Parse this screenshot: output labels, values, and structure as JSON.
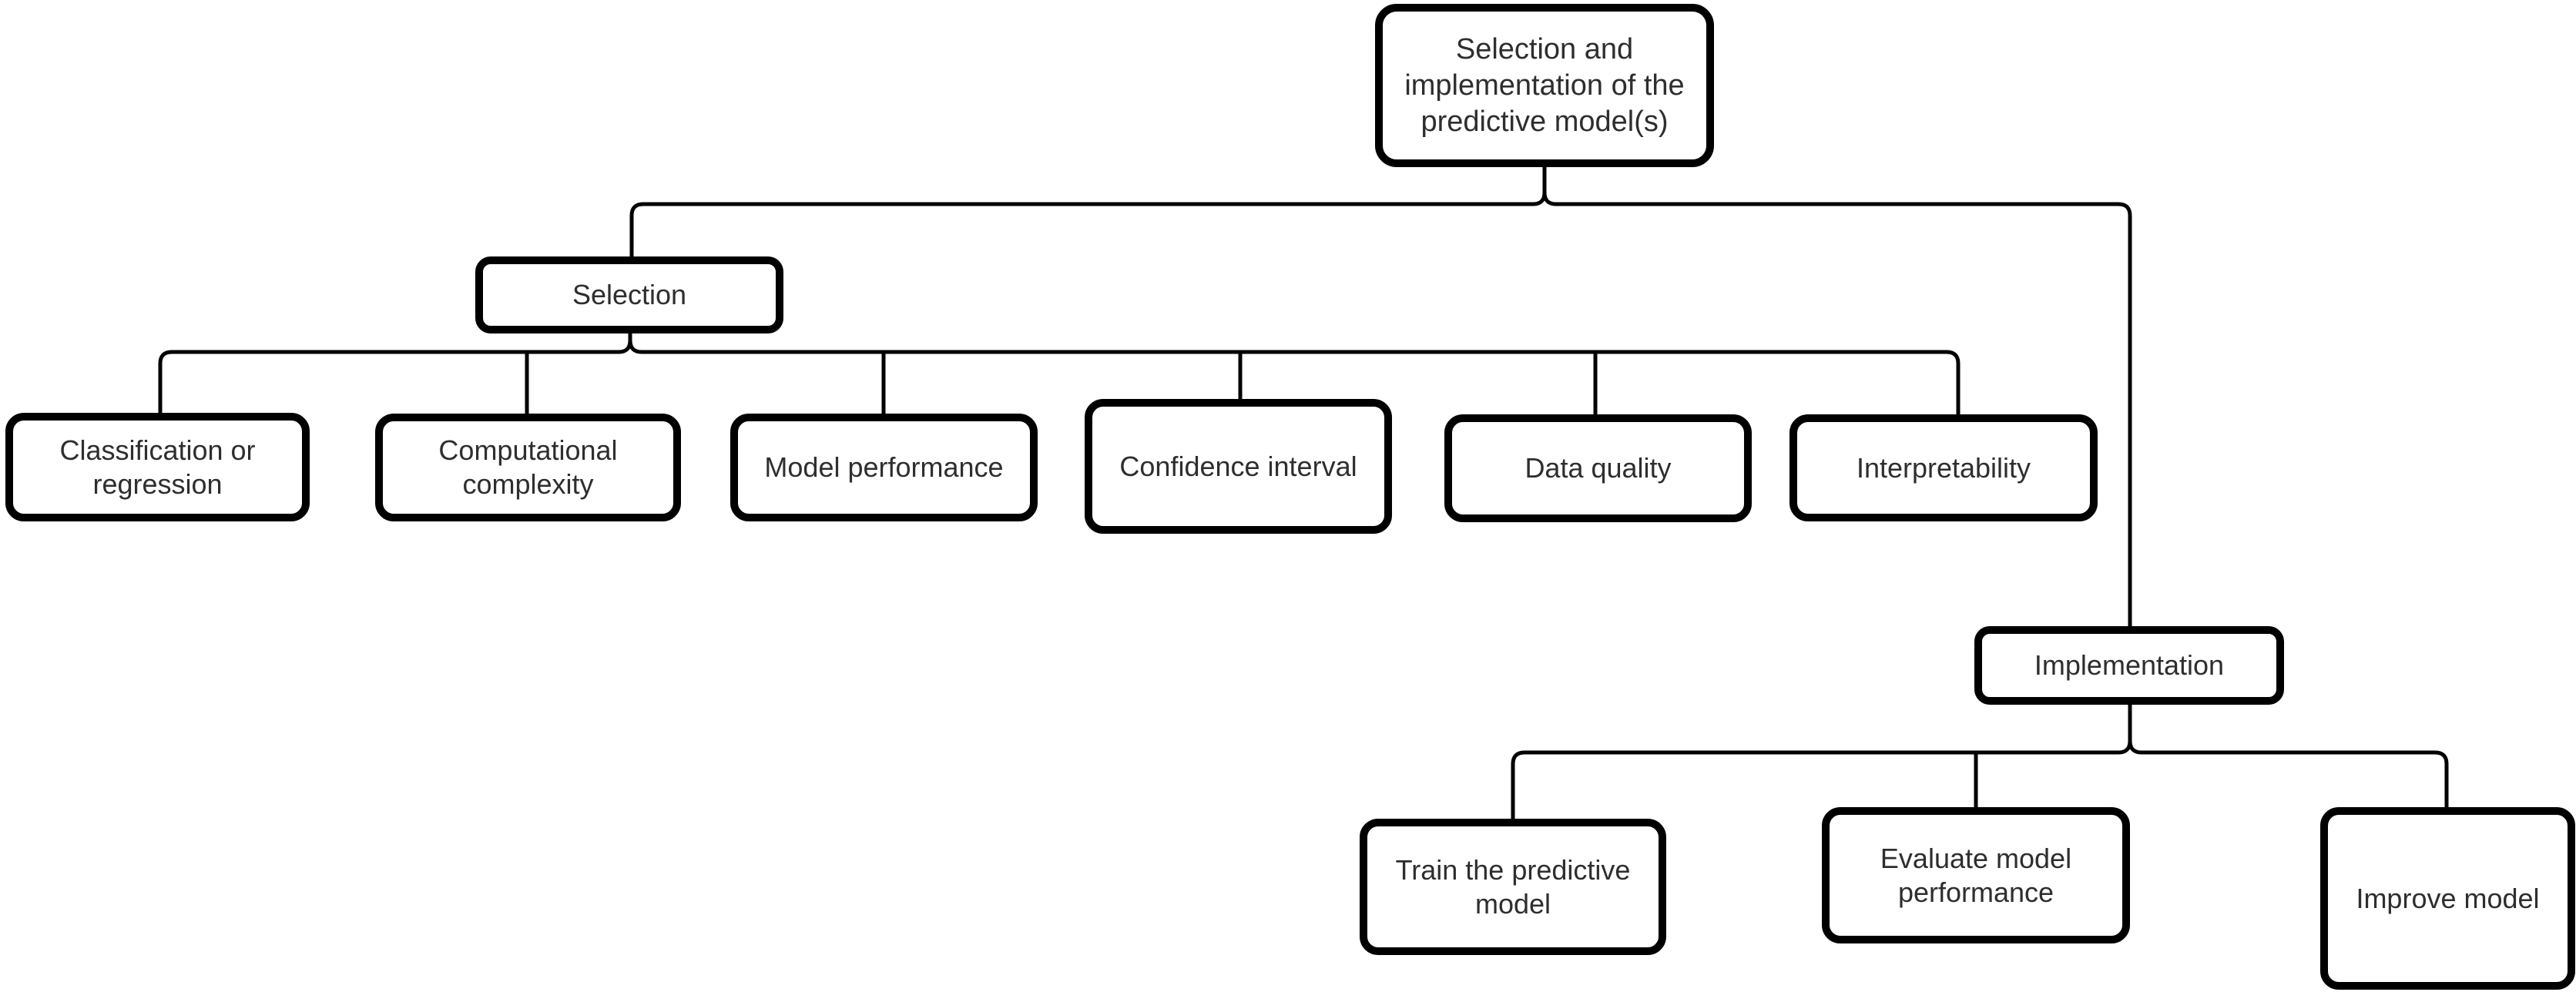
{
  "colors": {
    "background": "#ffffff",
    "box_fill": "#ffffff",
    "box_border": "#000000",
    "text": "#2e2e2e",
    "line": "#000000"
  },
  "diagram": {
    "root": {
      "label": "Selection and implementation of the predictive model(s)"
    },
    "branches": [
      {
        "label": "Selection",
        "children": [
          {
            "label": "Classification or regression"
          },
          {
            "label": "Computational complexity"
          },
          {
            "label": "Model performance"
          },
          {
            "label": "Confidence interval"
          },
          {
            "label": "Data quality"
          },
          {
            "label": "Interpretability"
          }
        ]
      },
      {
        "label": "Implementation",
        "children": [
          {
            "label": "Train the predictive model"
          },
          {
            "label": "Evaluate model performance"
          },
          {
            "label": "Improve model"
          }
        ]
      }
    ]
  }
}
